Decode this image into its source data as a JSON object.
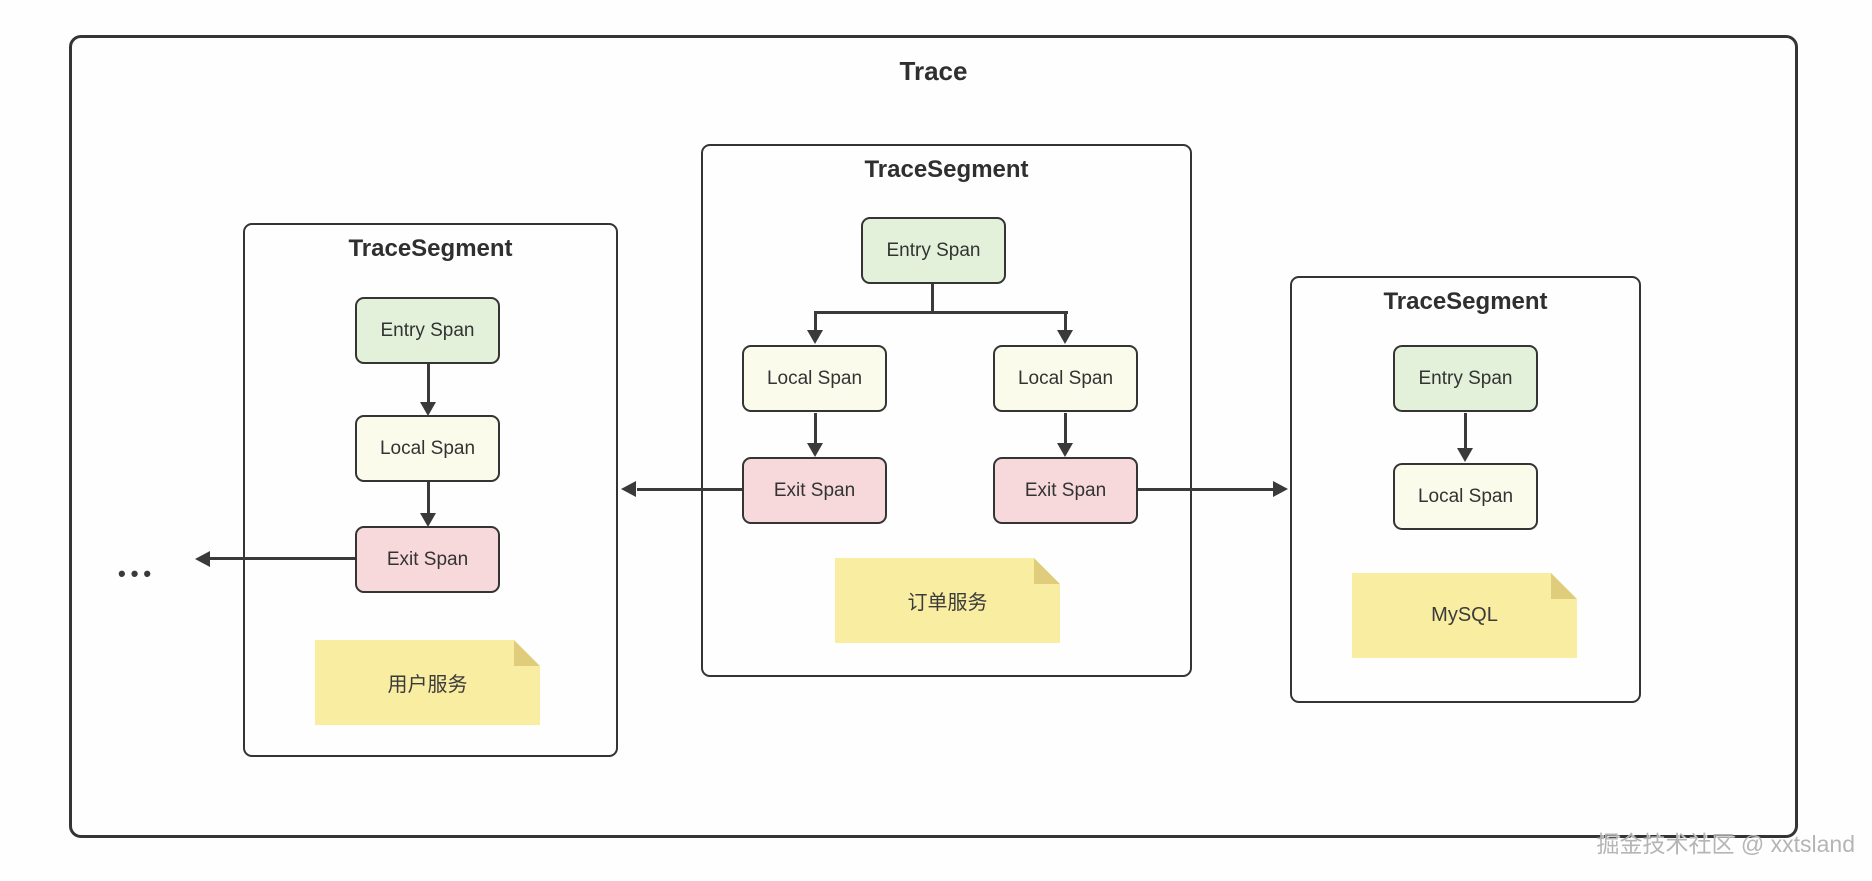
{
  "title": "Trace",
  "watermark": "掘金技术社区 @ xxtsland",
  "ellipsis": "•••",
  "segments": [
    {
      "title": "TraceSegment",
      "spans": [
        {
          "label": "Entry Span",
          "type": "entry"
        },
        {
          "label": "Local Span",
          "type": "local"
        },
        {
          "label": "Exit Span",
          "type": "exit"
        }
      ],
      "note": {
        "label": "用户服务"
      }
    },
    {
      "title": "TraceSegment",
      "spans": [
        {
          "label": "Entry Span",
          "type": "entry"
        },
        {
          "label": "Local Span",
          "type": "local"
        },
        {
          "label": "Local Span",
          "type": "local"
        },
        {
          "label": "Exit Span",
          "type": "exit"
        },
        {
          "label": "Exit Span",
          "type": "exit"
        }
      ],
      "note": {
        "label": "订单服务"
      }
    },
    {
      "title": "TraceSegment",
      "spans": [
        {
          "label": "Entry Span",
          "type": "entry"
        },
        {
          "label": "Local Span",
          "type": "local"
        }
      ],
      "note": {
        "label": "MySQL"
      }
    }
  ],
  "colors": {
    "entry_span": "#e3f1da",
    "local_span": "#fafbea",
    "exit_span": "#f7d9db",
    "note_bg": "#f9eda1",
    "note_fold": "#e0cd7c",
    "line": "#3a3a3a",
    "ink": "#333333",
    "watermark": "#b5b5b5"
  }
}
